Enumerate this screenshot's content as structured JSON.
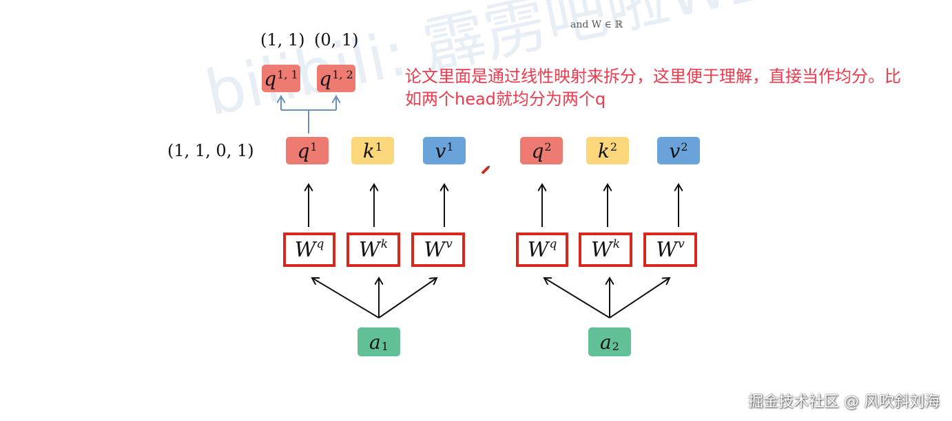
{
  "watermark": "bilibili: 霹雳吧啦Wz",
  "top_fragment": "and W  ∈ ℝ",
  "annotation": "论文里面是通过线性映射来拆分，这里便于理解，直接当作均分。比如两个head就均分为两个q",
  "labels": {
    "tuple_q1": "(1, 1, 0, 1)",
    "tuple_q11": "(1, 1)",
    "tuple_q12": "(0, 1)"
  },
  "split_boxes": [
    {
      "var": "q",
      "sup": "1, 1"
    },
    {
      "var": "q",
      "sup": "1, 2"
    }
  ],
  "head1": {
    "q": {
      "var": "q",
      "sup": "1"
    },
    "k": {
      "var": "k",
      "sup": "1"
    },
    "v": {
      "var": "v",
      "sup": "1"
    },
    "wq": {
      "var": "W",
      "sup": "q"
    },
    "wk": {
      "var": "W",
      "sup": "k"
    },
    "wv": {
      "var": "W",
      "sup": "v"
    },
    "input": {
      "var": "a",
      "sub": "1"
    }
  },
  "head2": {
    "q": {
      "var": "q",
      "sup": "2"
    },
    "k": {
      "var": "k",
      "sup": "2"
    },
    "v": {
      "var": "v",
      "sup": "2"
    },
    "wq": {
      "var": "W",
      "sup": "q"
    },
    "wk": {
      "var": "W",
      "sup": "k"
    },
    "wv": {
      "var": "W",
      "sup": "v"
    },
    "input": {
      "var": "a",
      "sub": "2"
    }
  },
  "colors": {
    "q": "#ee7b72",
    "k": "#fbd67b",
    "v": "#6aa2da",
    "a": "#62c096",
    "w_border": "#d8281e",
    "annotation": "#ee3a4c",
    "split_arrow": "#6a8fb8"
  },
  "footer": "掘金技术社区 @ 风吹斜刘海"
}
